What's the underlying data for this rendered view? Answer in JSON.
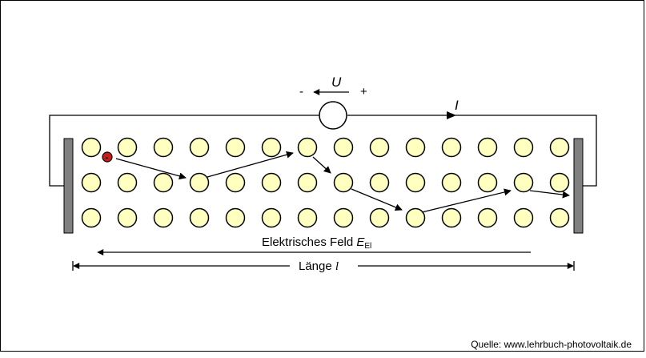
{
  "circuit": {
    "voltage_symbol": "U",
    "voltage_minus": "-",
    "voltage_plus": "+",
    "current_symbol": "I"
  },
  "field_label": {
    "text": "Elektrisches Feld ",
    "symbol": "E",
    "subscript": "El"
  },
  "length_label": {
    "text": "Länge ",
    "symbol": "l"
  },
  "electron_sign": "-",
  "colors": {
    "atom_fill": "#ffffc0",
    "electrode": "#808080",
    "electron": "#cc1a1a",
    "line": "#000000"
  },
  "source": "Quelle: www.lehrbuch-photovoltaik.de"
}
